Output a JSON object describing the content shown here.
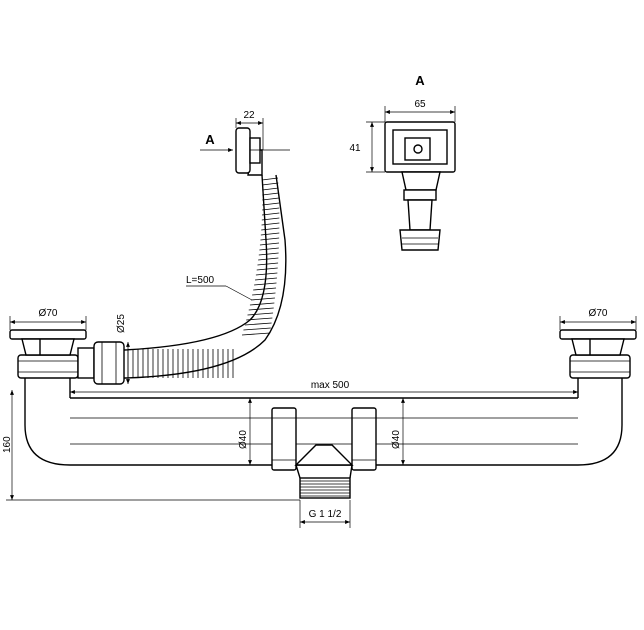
{
  "view_label": "A",
  "arrow_label": "A",
  "dimensions": {
    "d70_left": "Ø70",
    "d70_right": "Ø70",
    "d25": "Ø25",
    "d40_left": "Ø40",
    "d40_right": "Ø40",
    "w22": "22",
    "w65": "65",
    "h41": "41",
    "hose_length": "L=500",
    "max_length": "max 500",
    "height": "160",
    "thread": "G 1 1/2"
  }
}
